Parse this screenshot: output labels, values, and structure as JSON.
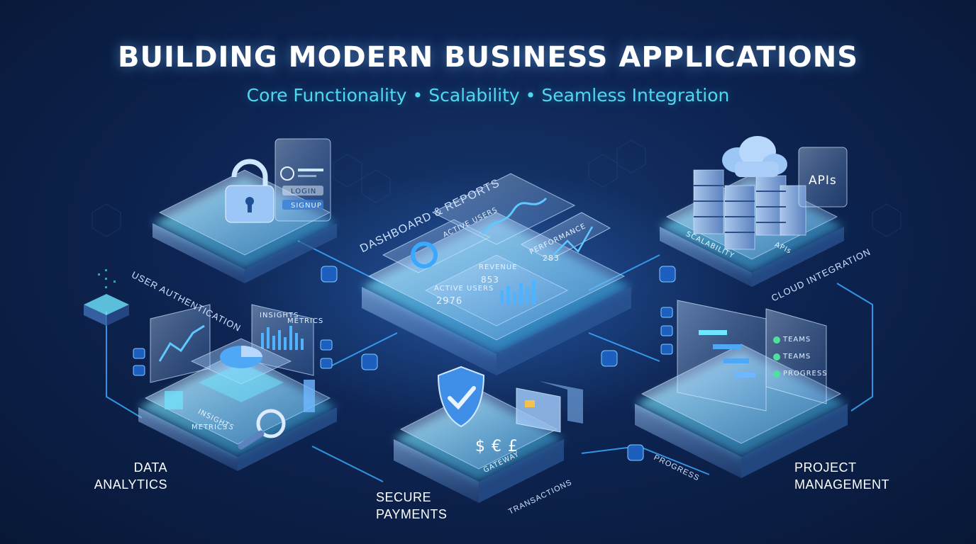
{
  "header": {
    "title": "BUILDING MODERN BUSINESS APPLICATIONS",
    "subtitle": "Core Functionality • Scalability • Seamless Integration"
  },
  "modules": {
    "auth": {
      "label": "USER AUTHENTICATION",
      "login": "LOGIN",
      "signup": "SIGNUP"
    },
    "dashboard": {
      "label": "DASHBOARD & REPORTS",
      "active_users": "ACTIVE USERS",
      "performance": "PERFORMANCE",
      "performance_value": "283",
      "revenue": "REVENUE",
      "revenue_value": "853",
      "active_users_value": "2976"
    },
    "cloud": {
      "label": "CLOUD INTEGRATION",
      "apis_badge": "APIs",
      "scalability": "SCALABILITY",
      "apis": "APIs"
    },
    "analytics": {
      "label_line1": "DATA",
      "label_line2": "ANALYTICS",
      "insights": "INSIGHTS",
      "metrics": "METRICS"
    },
    "payments": {
      "label_line1": "SECURE",
      "label_line2": "PAYMENTS",
      "currency": "$ € £",
      "gateway": "GATEWAY",
      "transactions": "TRANSACTIONS"
    },
    "project": {
      "label_line1": "PROJECT",
      "label_line2": "MANAGEMENT",
      "teams": "TEAMS",
      "progress": "PROGRESS"
    }
  },
  "colors": {
    "accent_cyan": "#4fd8f0",
    "glass": "#bfe0ff",
    "platform_glow": "#6fe6ff",
    "connector": "#3aa8ff"
  }
}
